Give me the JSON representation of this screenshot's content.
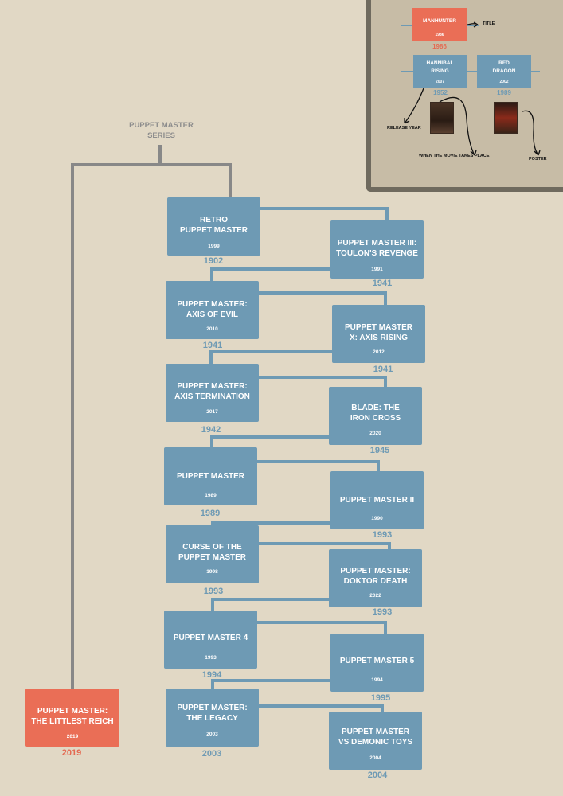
{
  "series_title": "PUPPET MASTER\nSERIES",
  "colors": {
    "background": "#e1d8c5",
    "box_blue": "#6e9ab4",
    "box_red": "#ea6e56",
    "connector": "#6e9ab4",
    "trunk": "#888888"
  },
  "films_left": [
    {
      "title": "RETRO\nPUPPET MASTER",
      "release": "1999",
      "setting": "1902"
    },
    {
      "title": "PUPPET MASTER:\nAXIS OF EVIL",
      "release": "2010",
      "setting": "1941"
    },
    {
      "title": "PUPPET MASTER:\nAXIS TERMINATION",
      "release": "2017",
      "setting": "1942"
    },
    {
      "title": "PUPPET MASTER",
      "release": "1989",
      "setting": "1989"
    },
    {
      "title": "CURSE OF THE\nPUPPET MASTER",
      "release": "1998",
      "setting": "1993"
    },
    {
      "title": "PUPPET MASTER 4",
      "release": "1993",
      "setting": "1994"
    },
    {
      "title": "PUPPET MASTER:\nTHE LEGACY",
      "release": "2003",
      "setting": "2003"
    }
  ],
  "films_right": [
    {
      "title": "PUPPET MASTER III:\nTOULON'S REVENGE",
      "release": "1991",
      "setting": "1941"
    },
    {
      "title": "PUPPET MASTER\nX: AXIS RISING",
      "release": "2012",
      "setting": "1941"
    },
    {
      "title": "BLADE: THE\nIRON CROSS",
      "release": "2020",
      "setting": "1945"
    },
    {
      "title": "PUPPET MASTER II",
      "release": "1990",
      "setting": "1993"
    },
    {
      "title": "PUPPET MASTER:\nDOKTOR DEATH",
      "release": "2022",
      "setting": "1993"
    },
    {
      "title": "PUPPET MASTER 5",
      "release": "1994",
      "setting": "1995"
    },
    {
      "title": "PUPPET MASTER\nVS DEMONIC TOYS",
      "release": "2004",
      "setting": "2004"
    }
  ],
  "spinoff": {
    "title": "PUPPET MASTER:\nTHE LITTLEST REICH",
    "release": "2019",
    "setting": "2019"
  },
  "legend": {
    "manhunter": {
      "title": "MANHUNTER",
      "release": "1986",
      "setting": "1986"
    },
    "hannibal": {
      "title": "HANNIBAL\nRISING",
      "release": "2007",
      "setting": "1952"
    },
    "red_dragon": {
      "title": "RED\nDRAGON",
      "release": "2002",
      "setting": "1989"
    },
    "labels": {
      "title": "TITLE",
      "release_year": "RELEASE YEAR",
      "takes_place": "WHEN THE MOVIE TAKES PLACE",
      "poster": "POSTER"
    }
  }
}
